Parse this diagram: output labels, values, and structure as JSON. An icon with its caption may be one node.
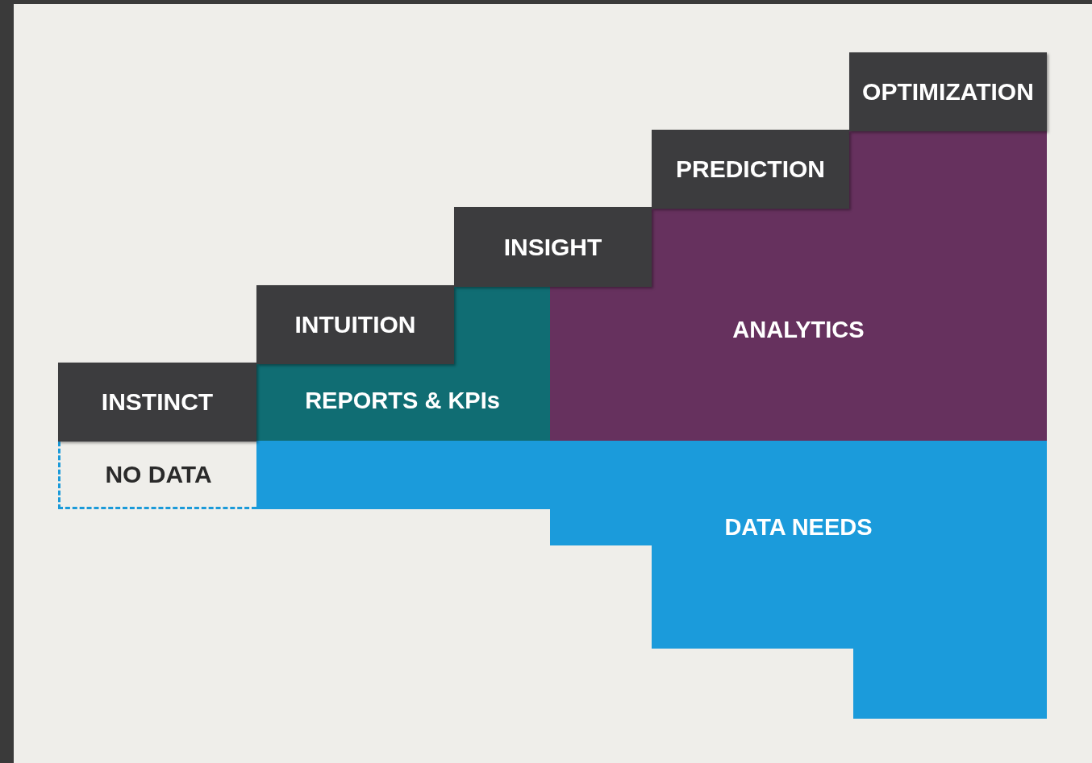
{
  "diagram": {
    "nodes": [
      {
        "text": [
          "OPTIMIZATION"
        ]
      },
      {
        "text": [
          "PREDICTION"
        ]
      },
      {
        "text": [
          "INSIGHT"
        ]
      },
      {
        "text": [
          "ANALYTICS"
        ]
      },
      {
        "text": [
          "INTUITION"
        ]
      },
      {
        "text": [
          "INSTINCT"
        ]
      },
      {
        "text": [
          "REPORTS & KPIs"
        ]
      },
      {
        "text": [
          "NO DATA"
        ]
      },
      {
        "text": [
          "DATA NEEDS"
        ]
      }
    ],
    "edges": []
  }
}
